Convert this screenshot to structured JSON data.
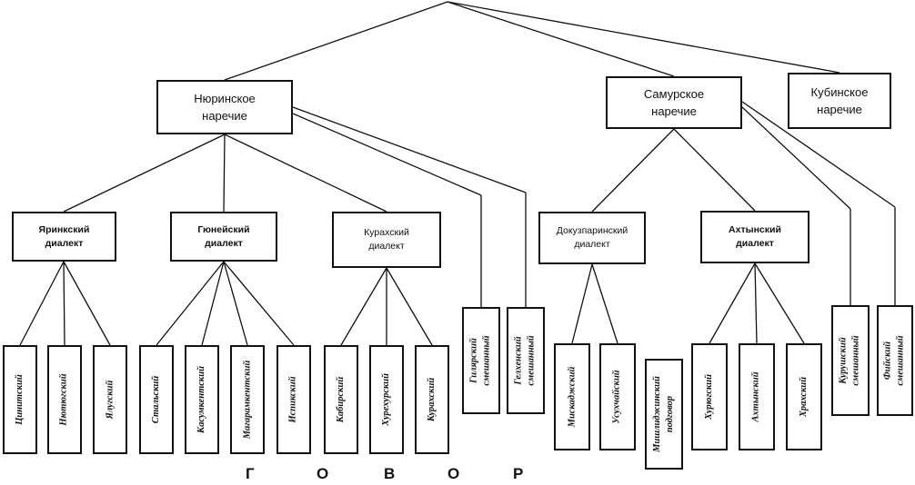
{
  "diagram": {
    "top": {
      "nyurin": "Нюринское\nнаречие",
      "samur": "Самурское\nнаречие",
      "kubin": "Кубинское\nнаречие"
    },
    "mid": {
      "yarkin": "Яринкский\nдиалект",
      "gunei": "Гюнейский\nдиалект",
      "kurakh": "Курахский\nдиалект",
      "dokuz": "Докузпаринский\nдиалект",
      "akhty": "Ахтынский\nдиалект"
    },
    "leaves": {
      "tsinit": "Цинитский",
      "nyutyug": "Нютюгский",
      "yalug": "Ялугский",
      "stal": "Стальский",
      "kasum": "Касумкентский",
      "magaram": "Магарамкентский",
      "ispik": "Испикский",
      "kabir": "Кабирский",
      "khure": "Хурехурский",
      "kurakh": "Курахский",
      "gilyar": "Гилярский\nсмешанный",
      "gelkhen": "Гелхенский\nсмешанный",
      "miskhaj": "Мискаджский",
      "usukhchaj": "Усухчайский",
      "mishlidzh": "Мишлиджинский\nподговор",
      "khuryug": "Хурюгский",
      "akhtyn": "Ахтынский",
      "khrakh": "Храхский",
      "kurush": "Курушский\nсмешанный",
      "fij": "Фийский\nсмешанный"
    },
    "footer": [
      "Г",
      "О",
      "В",
      "О",
      "Р"
    ]
  }
}
